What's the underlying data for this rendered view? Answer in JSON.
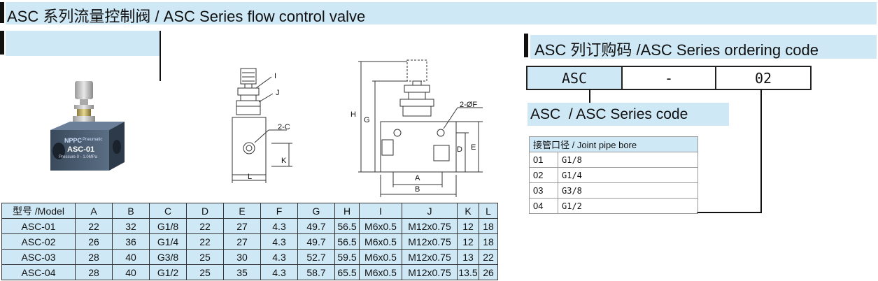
{
  "header": {
    "title": "ASC 系列流量控制阀 /  ASC Series flow control valve"
  },
  "ordering": {
    "title": "ASC 列订购码 /ASC Series ordering code",
    "code_parts": [
      "ASC",
      "-",
      "02"
    ],
    "series_label": "ASC  / ASC Series code",
    "bore_header": "接管口径 / Joint pipe bore",
    "bore_rows": [
      {
        "code": "01",
        "value": "G1/8"
      },
      {
        "code": "02",
        "value": "G1/4"
      },
      {
        "code": "03",
        "value": "G3/8"
      },
      {
        "code": "04",
        "value": "G1/2"
      }
    ]
  },
  "product_photo": {
    "brand": "NPPC",
    "model": "ASC-01",
    "pressure": "Pressure 0 - 1.0MPa",
    "sub": "Pneumatic"
  },
  "drawing_labels": {
    "front": [
      "I",
      "J",
      "2-C",
      "K",
      "L"
    ],
    "side": [
      "H",
      "G",
      "2-ØF",
      "D",
      "E",
      "A",
      "B"
    ]
  },
  "spec_table": {
    "headers": [
      "型号 /Model",
      "A",
      "B",
      "C",
      "D",
      "E",
      "F",
      "G",
      "H",
      "I",
      "J",
      "K",
      "L"
    ],
    "rows": [
      [
        "ASC-01",
        "22",
        "32",
        "G1/8",
        "22",
        "27",
        "4.3",
        "49.7",
        "56.5",
        "M6x0.5",
        "M12x0.75",
        "12",
        "18"
      ],
      [
        "ASC-02",
        "26",
        "36",
        "G1/4",
        "22",
        "27",
        "4.3",
        "49.7",
        "56.5",
        "M6x0.5",
        "M12x0.75",
        "12",
        "18"
      ],
      [
        "ASC-03",
        "28",
        "40",
        "G3/8",
        "25",
        "30",
        "4.3",
        "52.7",
        "59.5",
        "M6x0.5",
        "M12x0.75",
        "13",
        "22"
      ],
      [
        "ASC-04",
        "28",
        "40",
        "G1/2",
        "25",
        "35",
        "4.3",
        "58.7",
        "65.5",
        "M6x0.5",
        "M12x0.75",
        "13.5",
        "26"
      ]
    ]
  },
  "colors": {
    "bar": "#cfe8f6",
    "table_bg": "#cfe8f6",
    "ink": "#111111"
  }
}
